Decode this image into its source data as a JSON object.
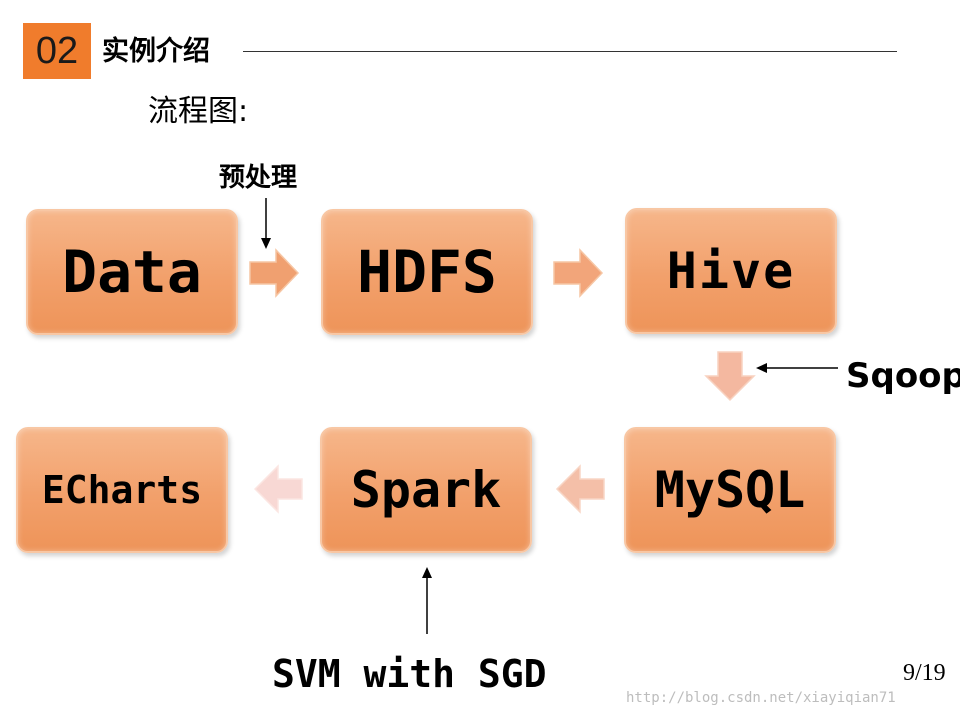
{
  "header": {
    "section_number": "02",
    "section_title": "实例介绍",
    "subtitle": "流程图:"
  },
  "nodes": [
    {
      "id": "data",
      "label": "Data"
    },
    {
      "id": "hdfs",
      "label": "HDFS"
    },
    {
      "id": "hive",
      "label": "Hive"
    },
    {
      "id": "mysql",
      "label": "MySQL"
    },
    {
      "id": "spark",
      "label": "Spark"
    },
    {
      "id": "echarts",
      "label": "ECharts"
    }
  ],
  "edges": [
    {
      "from": "data",
      "to": "hdfs"
    },
    {
      "from": "hdfs",
      "to": "hive"
    },
    {
      "from": "hive",
      "to": "mysql"
    },
    {
      "from": "mysql",
      "to": "spark"
    },
    {
      "from": "spark",
      "to": "echarts"
    }
  ],
  "annotations": {
    "preprocess": "预处理",
    "sqoop": "Sqoop",
    "svm": "SVM with SGD"
  },
  "footer": {
    "page_number": "9/19",
    "watermark": "http://blog.csdn.net/xiayiqian71"
  },
  "colors": {
    "badge": "#f07c2c",
    "node_fill": "#f2a06b",
    "arrow_strong": "#f0a070",
    "arrow_medium": "#f4b8a0",
    "arrow_light": "#f8d8d4"
  }
}
